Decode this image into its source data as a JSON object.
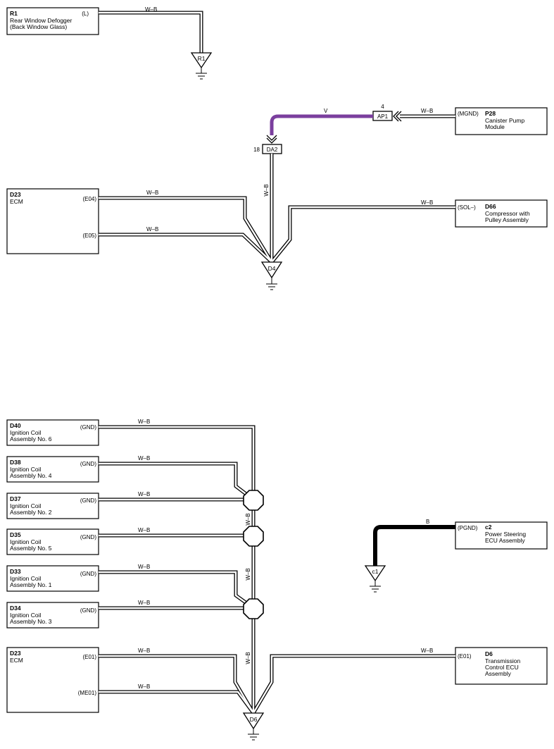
{
  "components": {
    "r1": {
      "code": "R1",
      "lines": [
        "Rear Window Defogger",
        "(Back Window Glass)"
      ],
      "pin": "(L)"
    },
    "p28": {
      "code": "P28",
      "lines": [
        "Canister Pump",
        "Module"
      ],
      "pin": "(MGND)"
    },
    "d23a": {
      "code": "D23",
      "lines": [
        "ECM"
      ],
      "pin1": "(E04)",
      "pin2": "(E05)"
    },
    "d66": {
      "code": "D66",
      "lines": [
        "Compressor with",
        "Pulley Assembly"
      ],
      "pin": "(SOL–)"
    },
    "d40": {
      "code": "D40",
      "lines": [
        "Ignition Coil",
        "Assembly No. 6"
      ],
      "pin": "(GND)"
    },
    "d38": {
      "code": "D38",
      "lines": [
        "Ignition Coil",
        "Assembly No. 4"
      ],
      "pin": "(GND)"
    },
    "d37": {
      "code": "D37",
      "lines": [
        "Ignition Coil",
        "Assembly No. 2"
      ],
      "pin": "(GND)"
    },
    "d35": {
      "code": "D35",
      "lines": [
        "Ignition Coil",
        "Assembly No. 5"
      ],
      "pin": "(GND)"
    },
    "d33": {
      "code": "D33",
      "lines": [
        "Ignition Coil",
        "Assembly No. 1"
      ],
      "pin": "(GND)"
    },
    "d34": {
      "code": "D34",
      "lines": [
        "Ignition Coil",
        "Assembly No. 3"
      ],
      "pin": "(GND)"
    },
    "d23b": {
      "code": "D23",
      "lines": [
        "ECM"
      ],
      "pin1": "(E01)",
      "pin2": "(ME01)"
    },
    "c2": {
      "code": "c2",
      "lines": [
        "Power Steering",
        "ECU Assembly"
      ],
      "pin": "(PGND)"
    },
    "d6": {
      "code": "D6",
      "lines": [
        "Transmission",
        "Control ECU",
        "Assembly"
      ],
      "pin": "(E01)"
    }
  },
  "connectors": {
    "ap1": {
      "name": "AP1",
      "pin": "4"
    },
    "da2": {
      "name": "DA2",
      "pin": "18"
    }
  },
  "grounds": {
    "r1": "R1",
    "d4": "D4",
    "d6": "D6",
    "c1": "c1"
  },
  "wire_colors": {
    "wb": "W–B",
    "v": "V",
    "b": "B"
  },
  "colors": {
    "violet_wire": "#7b3f9e",
    "black_wire": "#000000",
    "line": "#000000"
  }
}
